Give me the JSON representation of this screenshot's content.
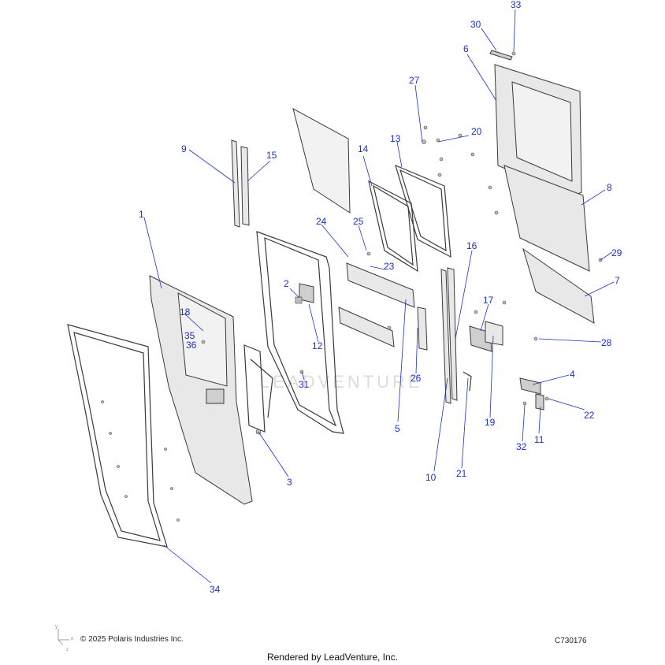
{
  "footer": {
    "copyright": "© 2025 Polaris Industries Inc.",
    "drawing_id": "C730176",
    "render_credit": "Rendered by LeadVenture, Inc."
  },
  "watermark": "LEADVENTURE",
  "axis_labels": {
    "y": "y",
    "x": "x",
    "z": "z"
  },
  "callouts": [
    "1",
    "2",
    "3",
    "4",
    "5",
    "6",
    "7",
    "8",
    "9",
    "10",
    "11",
    "12",
    "13",
    "14",
    "15",
    "16",
    "17",
    "18",
    "19",
    "20",
    "21",
    "22",
    "23",
    "24",
    "25",
    "26",
    "27",
    "28",
    "29",
    "30",
    "31",
    "32",
    "33",
    "34",
    "35",
    "36"
  ]
}
